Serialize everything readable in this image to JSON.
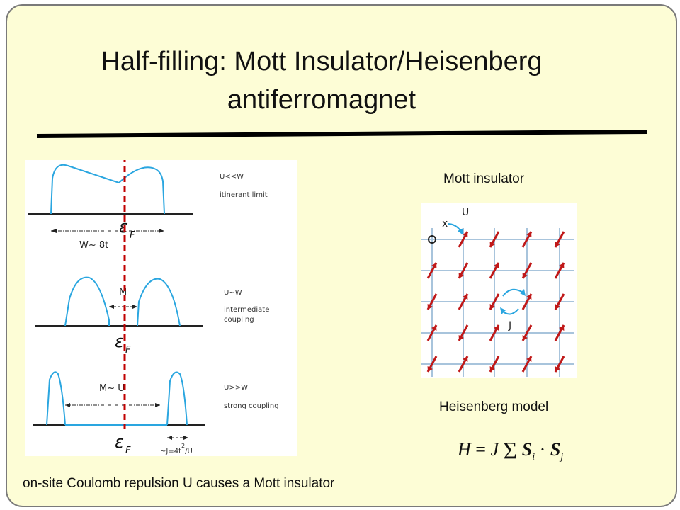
{
  "title": {
    "line1": "Half-filling: Mott Insulator/Heisenberg",
    "line2": "antiferromagnet"
  },
  "dos_panel": {
    "row1": {
      "regime": "U<<W",
      "desc1": "itinerant limit",
      "desc2": "",
      "width_label": "W~ 8t"
    },
    "row2": {
      "regime": "U~W",
      "desc1": "intermediate",
      "desc2": "coupling",
      "gap_label": "M"
    },
    "row3": {
      "regime": "U>>W",
      "desc1": "strong coupling",
      "desc2": "",
      "gap_label": "M~ U",
      "j_label": "~J=4t",
      "j_sup": "2",
      "j_tail": "/U"
    },
    "fermi_symbol": "ε",
    "fermi_sub": "F"
  },
  "mott_label": "Mott insulator",
  "lattice": {
    "hop_label": "U",
    "x_label": "x",
    "j_label": "J"
  },
  "heisenberg_label": "Heisenberg model",
  "formula": {
    "H": "H",
    "eq": "=",
    "J": "J",
    "sigma": "Σ",
    "S": "S",
    "i": "i",
    "dot": "·",
    "j": "j"
  },
  "caption": "on-site Coulomb repulsion U causes a Mott insulator",
  "colors": {
    "background": "#fdfdd6",
    "dos_curve": "#2aa6e0",
    "fermi_line": "#c00000",
    "spin": "#c01818",
    "grid": "#a8c4dc"
  }
}
